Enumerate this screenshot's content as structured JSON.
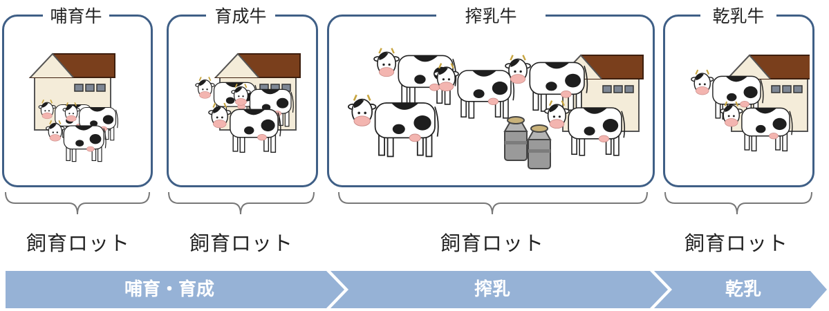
{
  "colors": {
    "frame": "#3f5f86",
    "bracket": "#777777",
    "arrow": "#96b2d6",
    "phase_text": "#ffffff",
    "barn_wall": "#f4ecd9",
    "barn_roof": "#7a3f1c",
    "cow_spot": "#1e1e1e",
    "cow_nose": "#f3b5b0",
    "milk_can": "#9a9a9a"
  },
  "stages": [
    {
      "title": "哺育牛",
      "lot": "飼育ロット",
      "scene": "calves-with-barn"
    },
    {
      "title": "育成牛",
      "lot": "飼育ロット",
      "scene": "heifers-with-barn"
    },
    {
      "title": "搾乳牛",
      "lot": "飼育ロット",
      "scene": "milking-cows-with-milk-cans"
    },
    {
      "title": "乾乳牛",
      "lot": "飼育ロット",
      "scene": "dry-cows-with-barn"
    }
  ],
  "phases": [
    {
      "label": "哺育・育成"
    },
    {
      "label": "搾乳"
    },
    {
      "label": "乾乳"
    }
  ]
}
